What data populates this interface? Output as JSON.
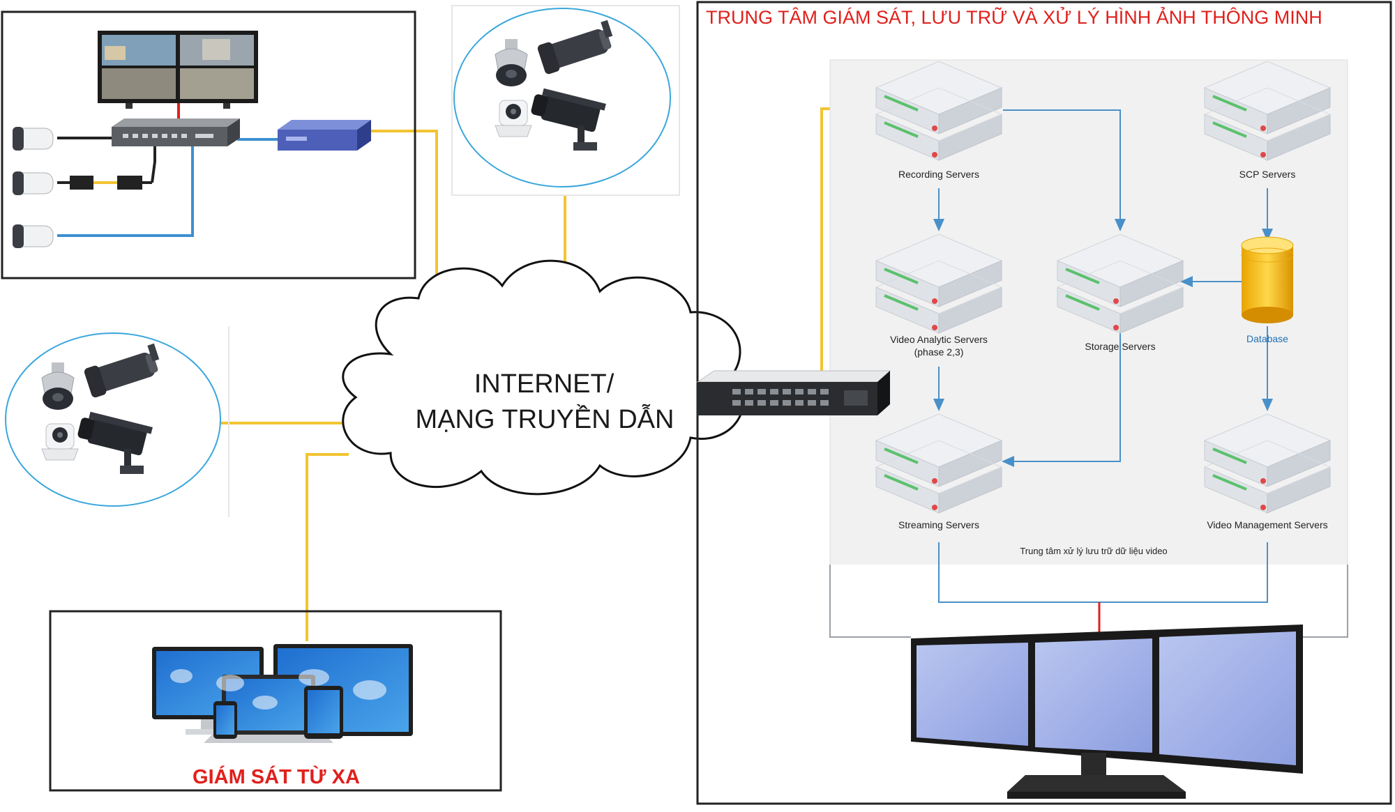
{
  "title": "TRUNG TÂM GIÁM SÁT, LƯU TRỮ VÀ XỬ LÝ HÌNH ẢNH THÔNG MINH",
  "cloud": {
    "line1": "INTERNET/",
    "line2": "MẠNG TRUYỀN DẪN"
  },
  "remote": {
    "label": "GIÁM SÁT TỪ XA"
  },
  "servers": {
    "recording": "Recording Servers",
    "scp": "SCP Servers",
    "video_analytic_1": "Video Analytic Servers",
    "video_analytic_2": "(phase 2,3)",
    "storage": "Storage Servers",
    "database": "Database",
    "streaming": "Streaming Servers",
    "video_management": "Video Management Servers"
  },
  "center_caption": "Trung tâm xử lý lưu trữ dữ liệu video",
  "colors": {
    "yellow_link": "#f2c431",
    "blue_link": "#3d8fd1",
    "red": "#e0201c",
    "arrow": "#4a90c8"
  },
  "icons": [
    "camera-icon",
    "server-icon",
    "database-icon",
    "switch-icon",
    "monitor-icon",
    "cloud-icon"
  ]
}
